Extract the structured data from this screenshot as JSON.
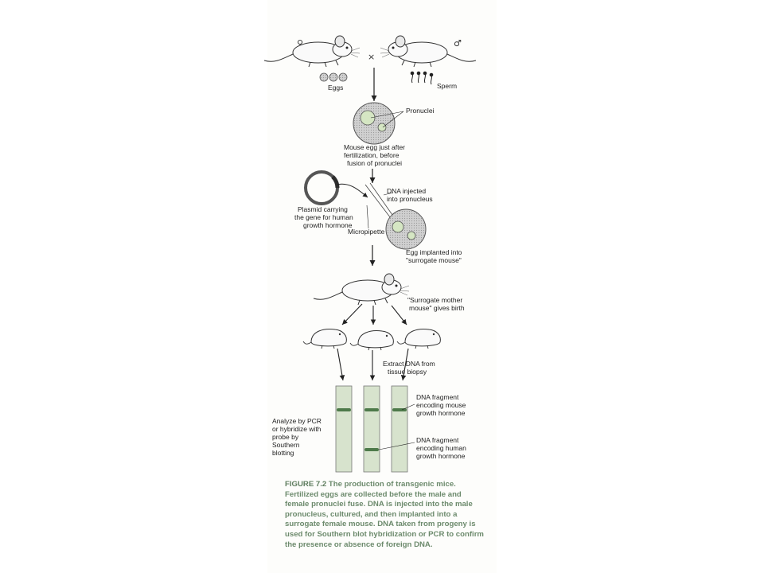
{
  "symbols": {
    "female": "♀",
    "male": "♂",
    "cross": "×"
  },
  "labels": {
    "eggs": "Eggs",
    "sperm": "Sperm",
    "pronuclei": "Pronuclei",
    "mouse_egg": [
      "Mouse egg just after",
      "fertilization, before",
      "fusion of pronuclei"
    ],
    "dna_injected": [
      "DNA injected",
      "into pronucleus"
    ],
    "plasmid": [
      "Plasmid carrying",
      "the gene for human",
      "growth hormone"
    ],
    "micropipette": "Micropipette",
    "egg_implanted": [
      "Egg implanted into",
      "\"surrogate mouse\""
    ],
    "surrogate": [
      "\"Surrogate mother",
      "mouse\" gives birth"
    ],
    "extract_dna": [
      "Extract DNA from",
      "tissue biopsy"
    ],
    "analyze": [
      "Analyze by PCR",
      "or hybridize with",
      "probe by",
      "Southern",
      "blotting"
    ],
    "mouse_fragment": [
      "DNA fragment",
      "encoding mouse",
      "growth hormone"
    ],
    "human_fragment": [
      "DNA fragment",
      "encoding human",
      "growth hormone"
    ]
  },
  "caption": {
    "figure_label": "FIGURE 7.2",
    "text": "The production of transgenic mice. Fertilized eggs are collected before the male and female pronuclei fuse. DNA is injected into the male pronucleus, cultured, and then implanted into a surrogate female mouse. DNA taken from progeny is used for Southern blot hybridization or PCR to confirm the presence or absence of foreign DNA."
  },
  "colors": {
    "band": "#4e7a4a",
    "gel_lane": "#d7e3cd",
    "egg": "#c9c9c9",
    "pronucleus": "#d5e6c3",
    "caption_text": "#6c8a6c"
  }
}
